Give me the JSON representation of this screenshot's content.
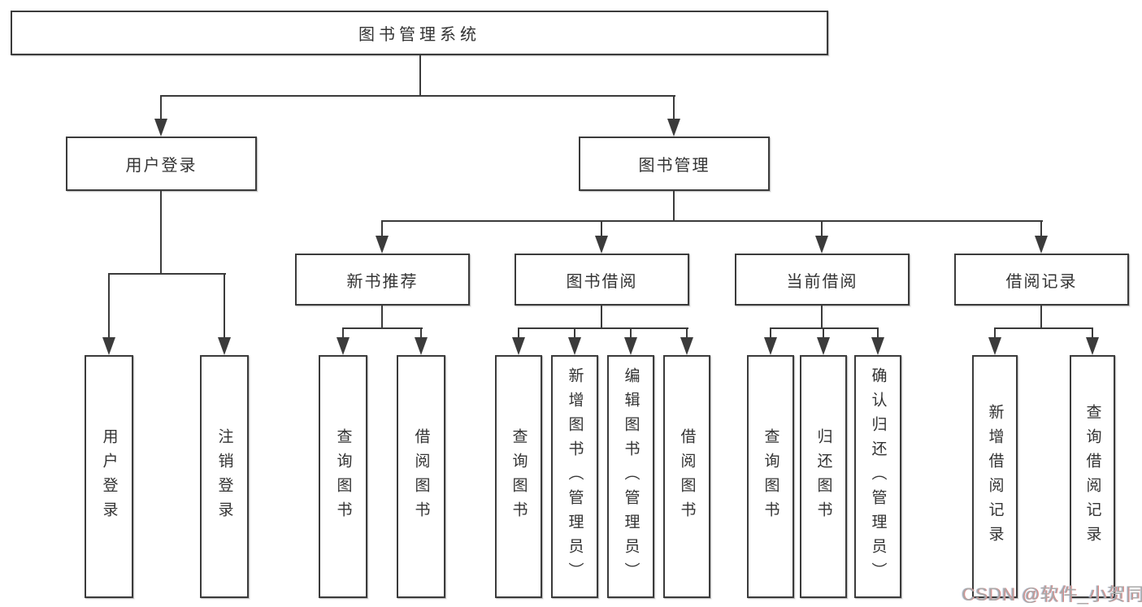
{
  "tree": {
    "root": {
      "label": "图书管理系统"
    },
    "children": [
      {
        "label": "用户登录",
        "children": [
          {
            "label": "用户登录"
          },
          {
            "label": "注销登录"
          }
        ]
      },
      {
        "label": "图书管理",
        "children": [
          {
            "label": "新书推荐",
            "children": [
              {
                "label": "查询图书"
              },
              {
                "label": "借阅图书"
              }
            ]
          },
          {
            "label": "图书借阅",
            "children": [
              {
                "label": "查询图书"
              },
              {
                "label": "新增图书（管理员）"
              },
              {
                "label": "编辑图书（管理员）"
              },
              {
                "label": "借阅图书"
              }
            ]
          },
          {
            "label": "当前借阅",
            "children": [
              {
                "label": "查询图书"
              },
              {
                "label": "归还图书"
              },
              {
                "label": "确认归还（管理员）"
              }
            ]
          },
          {
            "label": "借阅记录",
            "children": [
              {
                "label": "新增借阅记录"
              },
              {
                "label": "查询借阅记录"
              }
            ]
          }
        ]
      }
    ]
  },
  "watermark": {
    "text": "CSDN @软件_小贺同学"
  },
  "colors": {
    "line": "#3b3b3b",
    "text": "#333333",
    "node_bg": "#ffffff",
    "background": "#ffffff",
    "watermark": "#a9a9a9",
    "watermark_fringe": "#e08a8a"
  }
}
